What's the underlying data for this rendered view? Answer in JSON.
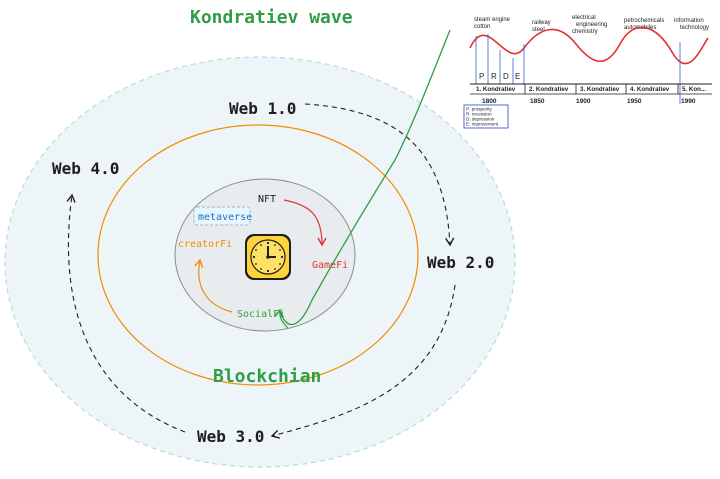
{
  "title": "Kondratiev wave",
  "center_label": "Blockchian",
  "web_stages": [
    "Web 1.0",
    "Web 2.0",
    "Web 3.0",
    "Web 4.0"
  ],
  "inner_items": {
    "nft": "NFT",
    "gamefi": "GameFi",
    "socialfi": "SocialFi",
    "creatorfi": "creatorFi",
    "metaverse": "metaverse"
  },
  "kondratiev_chart": {
    "innovations": [
      [
        "steam engine",
        "cotton"
      ],
      [
        "railway",
        "steel"
      ],
      [
        "electrical",
        "engineering",
        "chemistry"
      ],
      [
        "petrochemicals",
        "automobiles"
      ],
      [
        "information",
        "technology"
      ]
    ],
    "phase_letters": [
      "P",
      "R",
      "D",
      "E"
    ],
    "waves": [
      "1. Kondratiev",
      "2. Kondratiev",
      "3. Kondratiev",
      "4. Kondratiev",
      "5. Kon..."
    ],
    "years": [
      "1800",
      "1850",
      "1900",
      "1950",
      "1990"
    ],
    "legend": [
      "P: prosperity",
      "R: recession",
      "D: depression",
      "E: improvement"
    ]
  },
  "colors": {
    "title": "#2f9e44",
    "center_label": "#2f9e44",
    "outer_circle_fill": "#eef5f9",
    "outer_circle_stroke": "#b2dfd8",
    "orange_ring": "#f08c00",
    "inner_circle_fill": "#e9ecef",
    "inner_circle_stroke": "#868e96",
    "green_line": "#2f9e44",
    "red_arrow": "#e03131",
    "orange_arrow": "#f08c00",
    "blue_text": "#1971c2",
    "clock_yellow": "#ffd43b",
    "wave_red": "#e03131",
    "wave_blue": "#3b5bdb",
    "legend_border": "#3b5bdb"
  }
}
